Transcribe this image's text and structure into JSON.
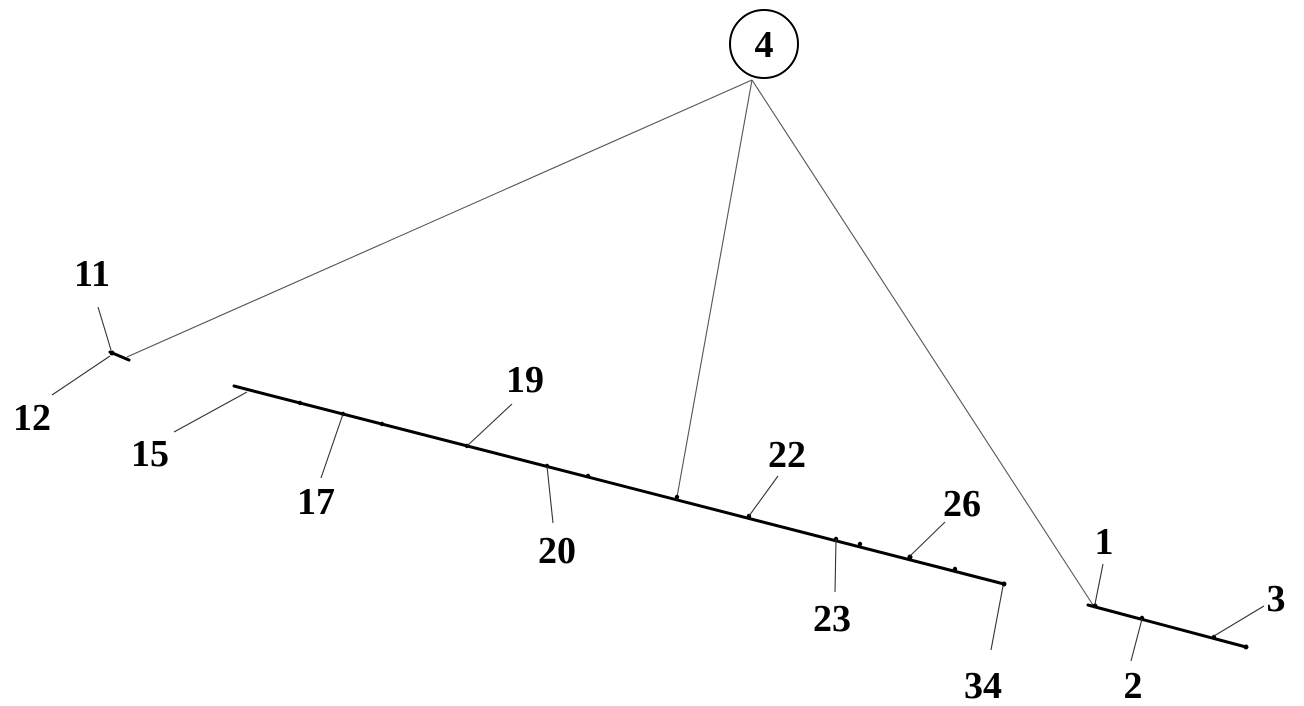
{
  "hub": {
    "label": "4"
  },
  "labels": {
    "l1": "1",
    "l2": "2",
    "l3": "3",
    "l11": "11",
    "l12": "12",
    "l15": "15",
    "l17": "17",
    "l19": "19",
    "l20": "20",
    "l22": "22",
    "l23": "23",
    "l26": "26",
    "l34": "34"
  }
}
